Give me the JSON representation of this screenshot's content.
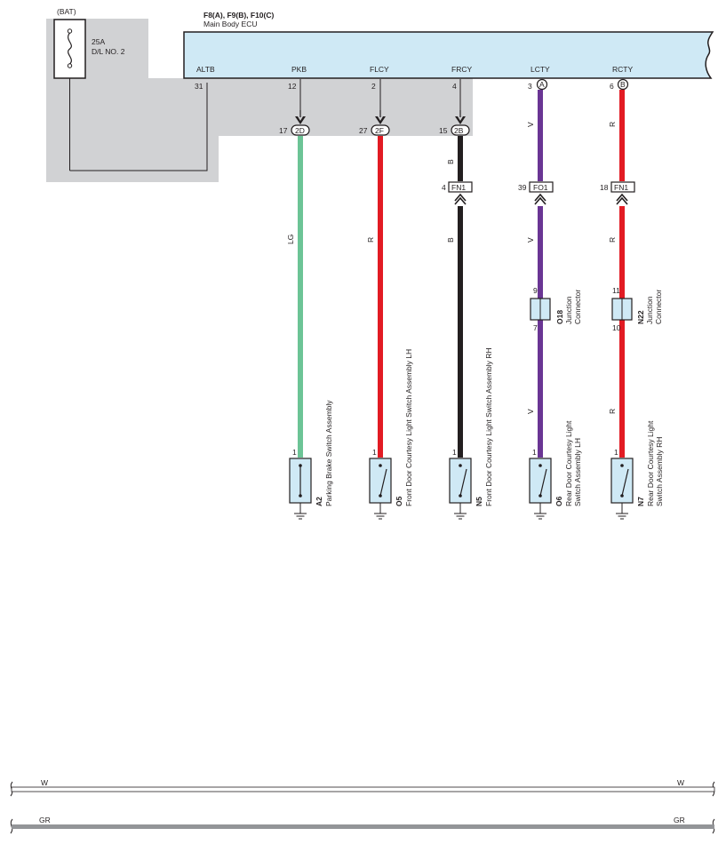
{
  "power": {
    "source_label": "(BAT)",
    "fuse_rating": "25A",
    "fuse_name": "D/L NO. 2"
  },
  "ecu": {
    "connectors": "F8(A), F9(B), F10(C)",
    "name": "Main Body ECU",
    "terminals": [
      {
        "name": "ALTB",
        "pin": "31"
      },
      {
        "name": "PKB",
        "pin": "12"
      },
      {
        "name": "FLCY",
        "pin": "2"
      },
      {
        "name": "FRCY",
        "pin": "4"
      },
      {
        "name": "LCTY",
        "pin": "3",
        "connector": "A"
      },
      {
        "name": "RCTY",
        "pin": "6",
        "connector": "B"
      }
    ]
  },
  "junctions_2": [
    {
      "pin": "17",
      "id": "2D"
    },
    {
      "pin": "27",
      "id": "2F"
    },
    {
      "pin": "15",
      "id": "2B"
    }
  ],
  "inline_connectors": [
    {
      "pin": "4",
      "id": "FN1"
    },
    {
      "pin": "39",
      "id": "FO1"
    },
    {
      "pin": "18",
      "id": "FN1"
    }
  ],
  "junction_connectors": [
    {
      "code": "O18",
      "name": "Junction",
      "name2": "Connector",
      "pin_in": "9",
      "pin_out": "7"
    },
    {
      "code": "N22",
      "name": "Junction",
      "name2": "Connector",
      "pin_in": "11",
      "pin_out": "10"
    }
  ],
  "wire_colors": {
    "pkb": "LG",
    "flcy": "R",
    "frcy_top": "B",
    "frcy": "B",
    "lcty_top": "V",
    "lcty_mid": "V",
    "lcty_bot": "V",
    "rcty_top": "R",
    "rcty_mid": "R",
    "rcty_bot": "R"
  },
  "switches": [
    {
      "pin": "1",
      "code": "A2",
      "name": "Parking Brake Switch Assembly",
      "name2": ""
    },
    {
      "pin": "1",
      "code": "O5",
      "name": "Front Door Courtesy Light Switch Assembly LH",
      "name2": ""
    },
    {
      "pin": "1",
      "code": "N5",
      "name": "Front Door Courtesy Light Switch Assembly RH",
      "name2": ""
    },
    {
      "pin": "1",
      "code": "O6",
      "name": "Rear Door Courtesy Light",
      "name2": "Switch Assembly LH"
    },
    {
      "pin": "1",
      "code": "N7",
      "name": "Rear Door Courtesy Light",
      "name2": "Switch Assembly RH"
    }
  ],
  "legend": [
    {
      "label": "W",
      "color": "#ffffff"
    },
    {
      "label": "GR",
      "color": "#939598"
    }
  ],
  "colors": {
    "LG": "#6cc496",
    "R": "#e21b23",
    "B": "#231f20",
    "V": "#6a3594",
    "ecu_fill": "#cfe9f5",
    "area_gray": "#d1d2d4",
    "switch_fill": "#cfe9f5"
  }
}
